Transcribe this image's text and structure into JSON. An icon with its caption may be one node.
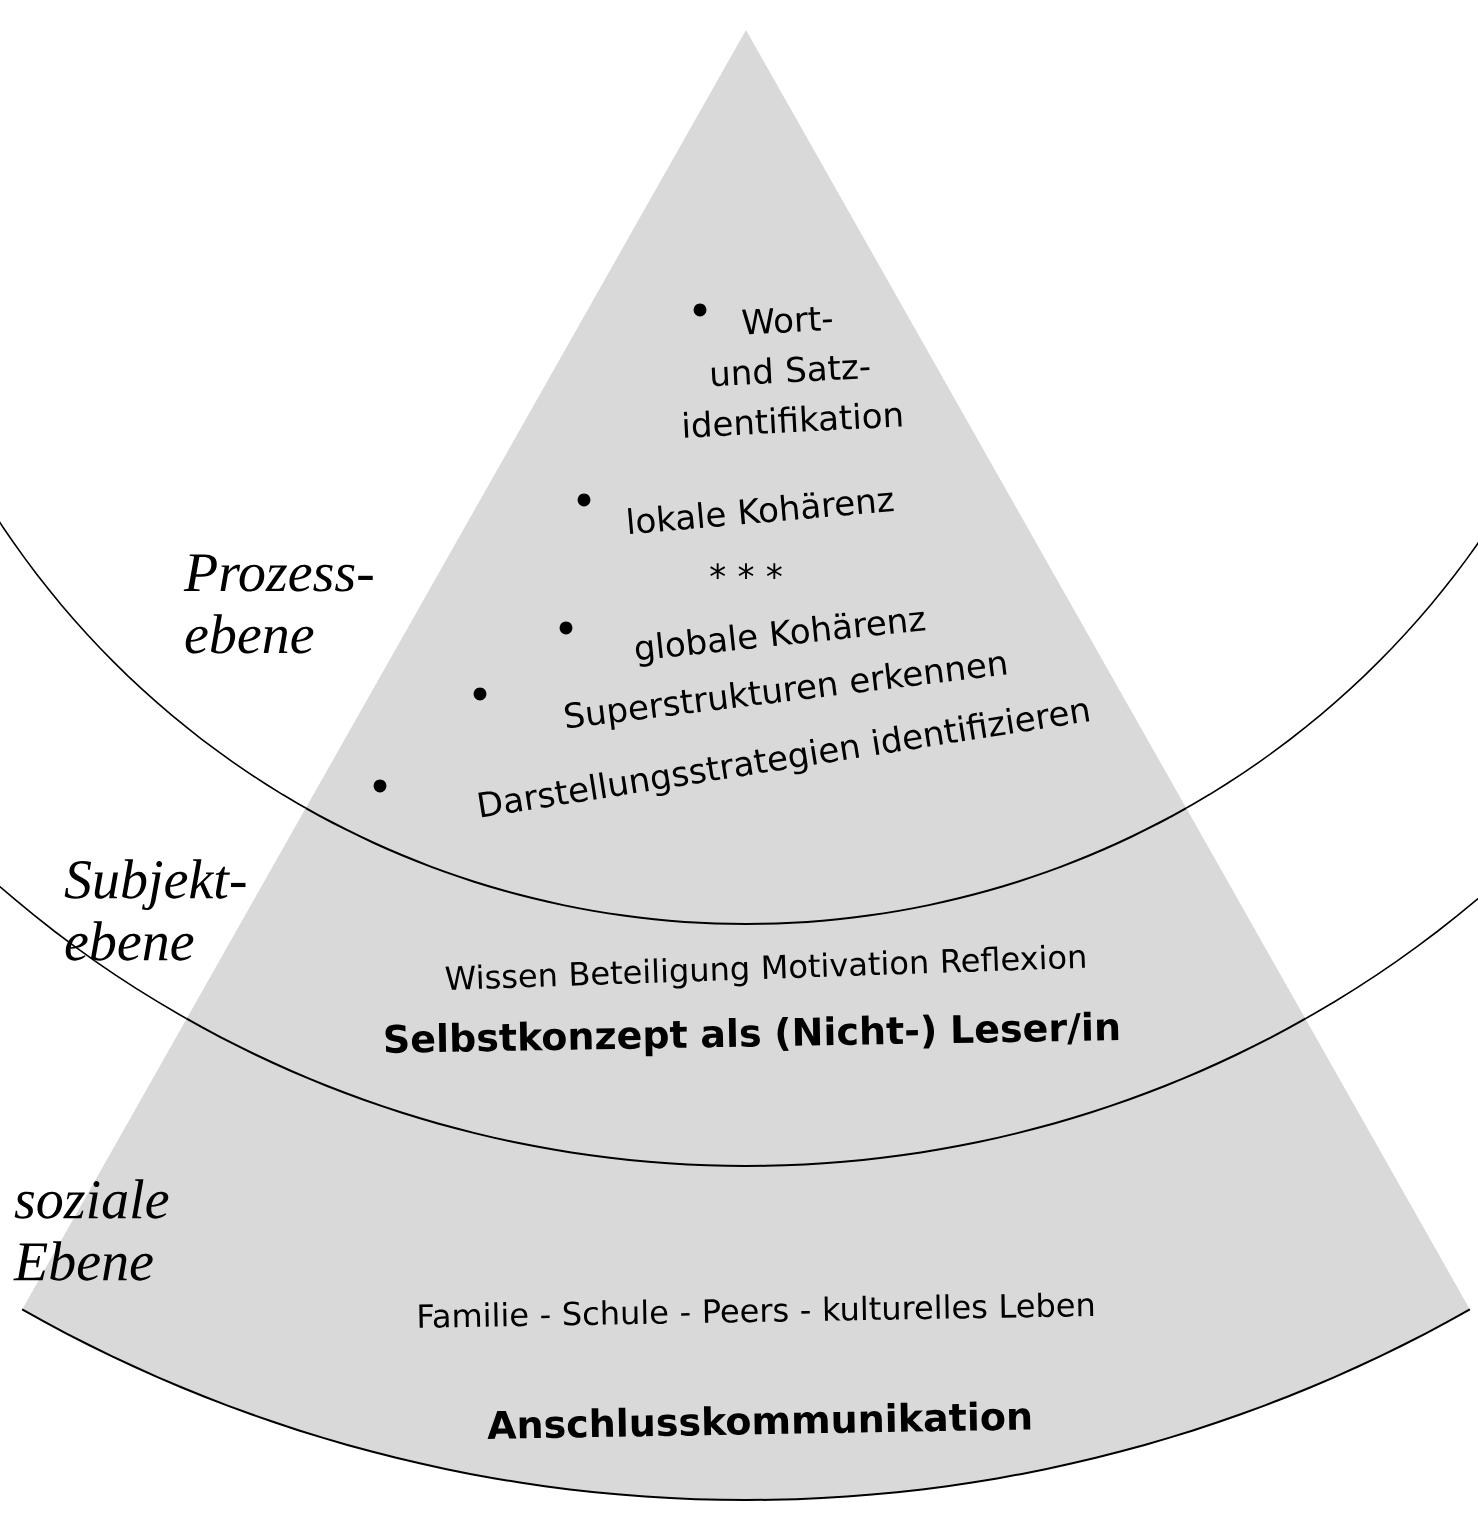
{
  "diagram": {
    "nodes": [
      {
        "text": [
          "Prozess- ebene",
          "Wort- und Satz- identifikation",
          "lokale Kohärenz",
          "* * *",
          "globale Kohärenz",
          "Superstrukturen erkennen",
          "Darstellungsstrategien identifizieren"
        ]
      },
      {
        "text": [
          "Subjekt- ebene",
          "Wissen Beteiligung Motivation Reflexion",
          "Selbstkonzept als (Nicht-) Leser/in"
        ]
      },
      {
        "text": [
          "soziale Ebene",
          "Familie - Schule - Peers - kulturelles Leben",
          "Anschlusskommunikation"
        ]
      }
    ]
  }
}
